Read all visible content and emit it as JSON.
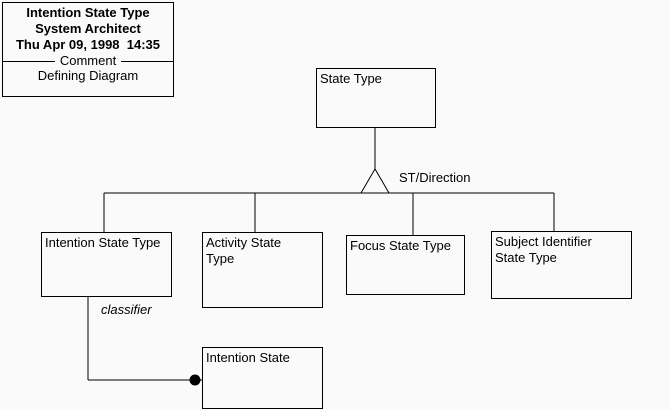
{
  "colors": {
    "background": "#fafafa",
    "line": "#000000",
    "text": "#000000"
  },
  "title_block": {
    "lines": [
      "Intention State Type",
      "System Architect",
      "Thu Apr 09, 1998  14:35"
    ],
    "divider_label": "Comment",
    "footer": "Defining Diagram"
  },
  "nodes": {
    "state_type": {
      "label": "State Type"
    },
    "intention_state_type": {
      "label": "Intention State Type"
    },
    "activity_state_type": {
      "label": "Activity State\nType"
    },
    "focus_state_type": {
      "label": "Focus State Type"
    },
    "subject_identifier_state_type": {
      "label": "Subject Identifier\nState Type"
    },
    "intention_state": {
      "label": "Intention State"
    }
  },
  "connector_labels": {
    "st_direction": "ST/Direction",
    "classifier": "classifier"
  }
}
